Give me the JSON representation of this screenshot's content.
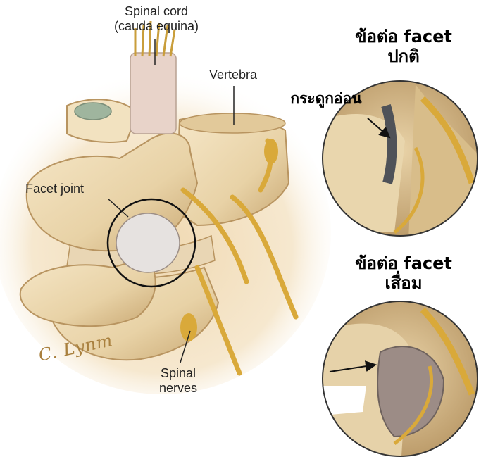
{
  "labels": {
    "spinal_cord_line1": "Spinal cord",
    "spinal_cord_line2": "(cauda equina)",
    "vertebra": "Vertebra",
    "facet_joint": "Facet joint",
    "spinal_nerves_line1": "Spinal",
    "spinal_nerves_line2": "nerves"
  },
  "insets": {
    "normal": {
      "title_line1": "ข้อต่อ facet",
      "title_line2": "ปกติ",
      "cartilage_label": "กระดูกอ่อน"
    },
    "degenerated": {
      "title_line1": "ข้อต่อ facet",
      "title_line2": "เสื่อม"
    }
  },
  "signature": "C. Lynm",
  "colors": {
    "bone": "#efdcb4",
    "bone_shadow": "#c9a873",
    "nerve": "#d9a93a",
    "background_wash": "#f3e2c4",
    "text": "#1f1f1f"
  }
}
